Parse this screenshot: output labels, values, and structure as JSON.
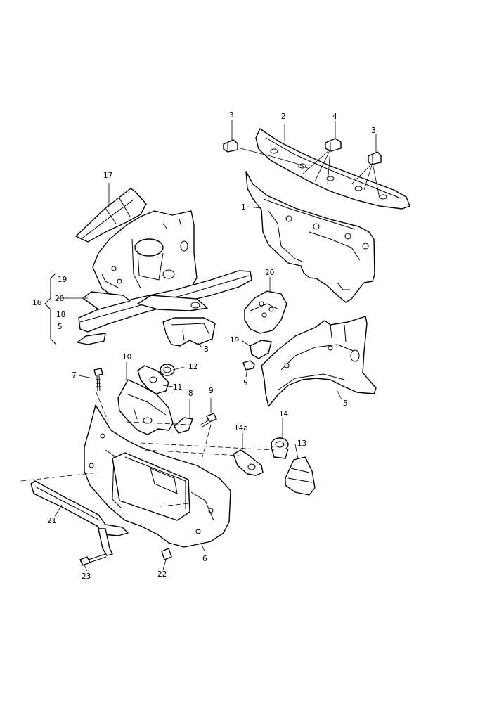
{
  "callouts": {
    "c1": "1",
    "c2": "2",
    "c3a": "3",
    "c3b": "3",
    "c4": "4",
    "c5a": "5",
    "c5b": "5",
    "c5c": "5",
    "c6": "6",
    "c7": "7",
    "c8a": "8",
    "c8b": "8",
    "c9": "9",
    "c10": "10",
    "c11": "11",
    "c12": "12",
    "c13": "13",
    "c14": "14",
    "c14a": "14a",
    "c16": "16",
    "c17": "17",
    "c18": "18",
    "c19a": "19",
    "c19b": "19",
    "c20a": "20",
    "c20b": "20",
    "c21": "21",
    "c22": "22",
    "c23": "23"
  }
}
